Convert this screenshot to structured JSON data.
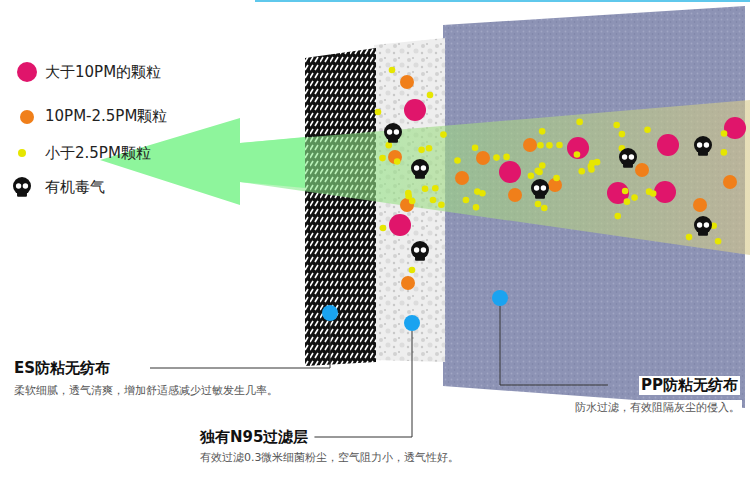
{
  "diagram": {
    "labels": [
      "ES防粘无纺布",
      "柔软细腻，透气清爽，增加舒适感减少过敏发生几率。",
      "独有N95过滤层",
      "有效过滤0.3微米细菌粉尘，空气阻力小，透气性好。",
      "PP防粘无纺布",
      "防水过滤，有效阻隔灰尘的侵入。"
    ],
    "legend": [
      {
        "text": "大于10PM的颗粒",
        "color": "#e0156b"
      },
      {
        "text": "10PM-2.5PM颗粒",
        "color": "#f07f1a"
      },
      {
        "text": "小于2.5PM颗粒",
        "color": "#e6e600"
      },
      {
        "text": "有机毒气"
      }
    ]
  }
}
